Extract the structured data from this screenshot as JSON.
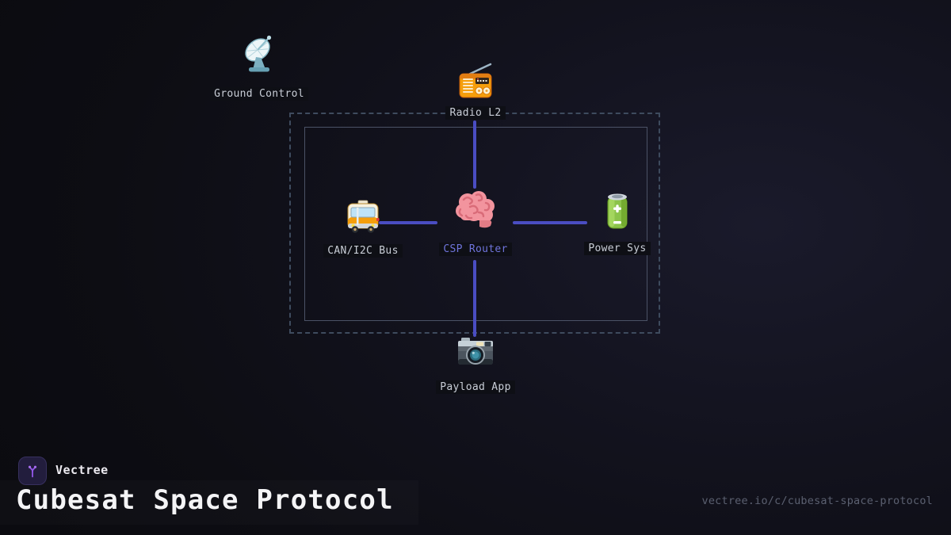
{
  "diagram": {
    "nodes": [
      {
        "id": "ground-control",
        "label": "Ground Control",
        "icon": "satellite-dish"
      },
      {
        "id": "radio-l2",
        "label": "Radio L2",
        "icon": "radio"
      },
      {
        "id": "can-i2c-bus",
        "label": "CAN/I2C Bus",
        "icon": "bus"
      },
      {
        "id": "csp-router",
        "label": "CSP Router",
        "icon": "brain",
        "accent": true
      },
      {
        "id": "power-sys",
        "label": "Power Sys",
        "icon": "battery"
      },
      {
        "id": "payload-app",
        "label": "Payload App",
        "icon": "camera"
      }
    ],
    "edges": [
      {
        "from": "radio-l2",
        "to": "csp-router"
      },
      {
        "from": "can-i2c-bus",
        "to": "csp-router"
      },
      {
        "from": "csp-router",
        "to": "power-sys"
      },
      {
        "from": "csp-router",
        "to": "payload-app"
      }
    ],
    "colors": {
      "edge": "#4a4dc2",
      "label": "#c9ced7",
      "accent_label": "#6f74dc",
      "dashed_border": "#3e4b5e",
      "solid_border": "#4b5266"
    }
  },
  "footer": {
    "brand": "Vectree",
    "title": "Cubesat Space Protocol",
    "url": "vectree.io/c/cubesat-space-protocol",
    "logo_colors": {
      "bg": "#221d3d",
      "icon": "#9257e8"
    }
  }
}
